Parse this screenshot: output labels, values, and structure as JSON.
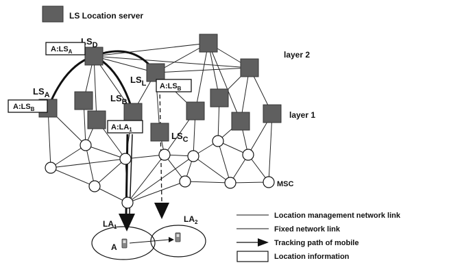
{
  "legend_top": {
    "box_symbol": "LS",
    "label": "LS Location server"
  },
  "nodes": {
    "D": {
      "main": "LS",
      "sub": "D"
    },
    "A": {
      "main": "LS",
      "sub": "A"
    },
    "L": {
      "main": "LS",
      "sub": "L"
    },
    "B": {
      "main": "LS",
      "sub": "B"
    },
    "C": {
      "main": "LS",
      "sub": "C"
    }
  },
  "layers": {
    "layer2": "layer 2",
    "layer1": "layer 1"
  },
  "msc_label": "MSC",
  "info_boxes": {
    "top_left": {
      "main": "A:LS",
      "sub": "A"
    },
    "left": {
      "main": "A:LS",
      "sub": "B"
    },
    "center": {
      "main": "A:LS",
      "sub": "B"
    },
    "lower": {
      "main": "A:LA",
      "sub": "1"
    }
  },
  "location_areas": {
    "la1": {
      "main": "LA",
      "sub": "1"
    },
    "la2": {
      "main": "LA",
      "sub": "2"
    },
    "mobile_label": "A"
  },
  "legend": [
    {
      "type": "management",
      "label": "Location management network link"
    },
    {
      "type": "fixed",
      "label": "Fixed network link"
    },
    {
      "type": "tracking",
      "label": "Tracking path of mobile"
    },
    {
      "type": "info",
      "label": "Location information"
    }
  ]
}
